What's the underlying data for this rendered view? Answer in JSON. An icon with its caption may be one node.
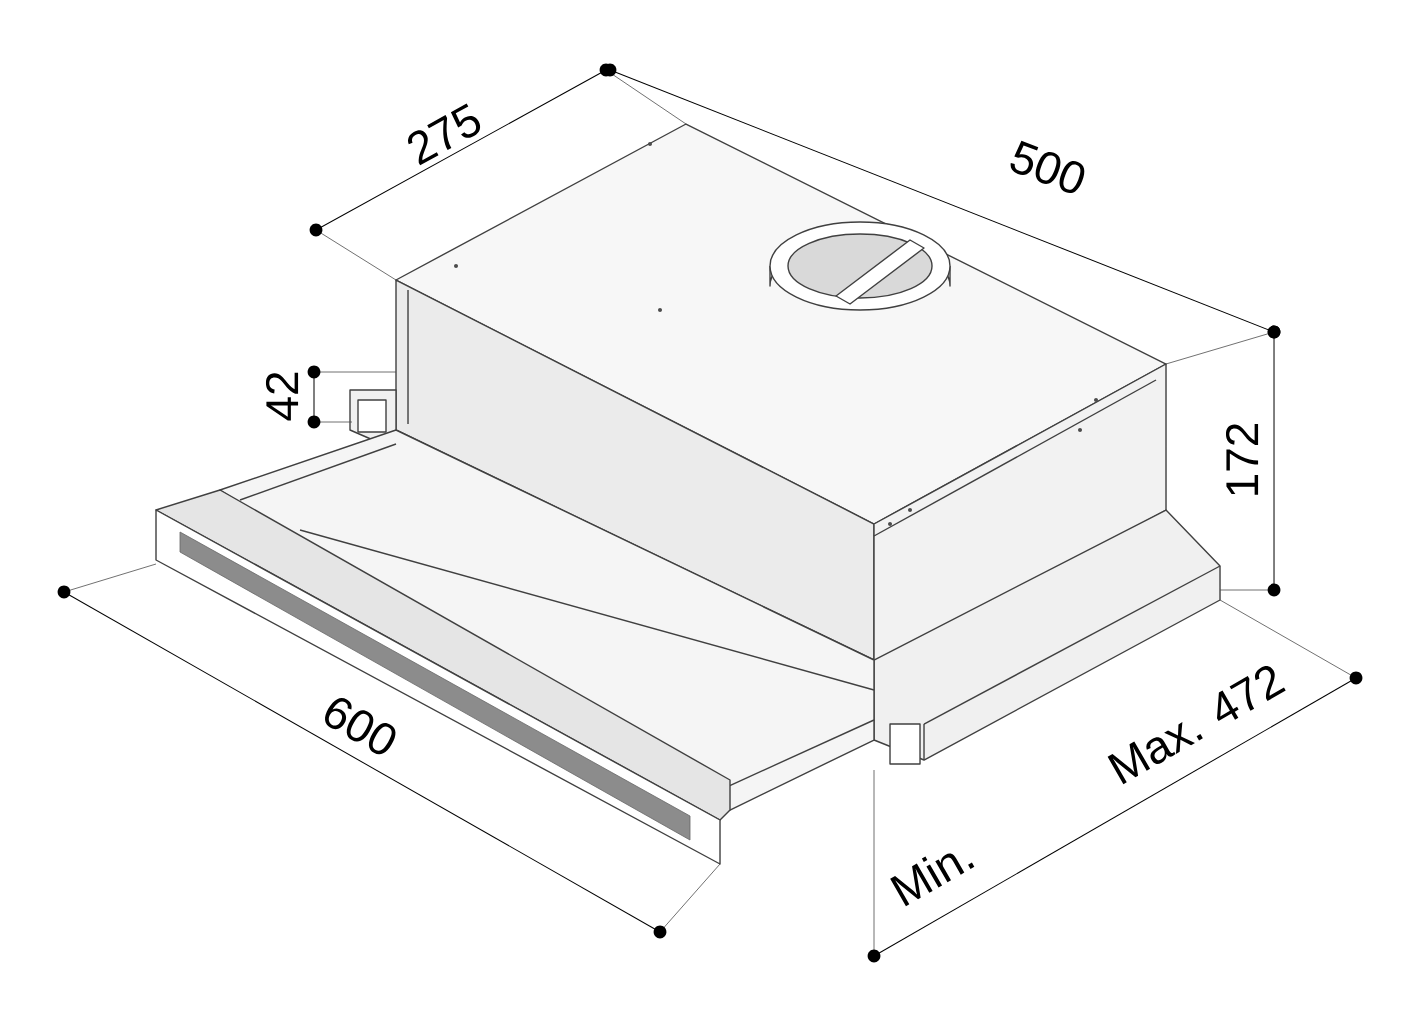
{
  "diagram": {
    "labels": [
      "275",
      "500",
      "42",
      "172",
      "600",
      "Max. 472",
      "Min."
    ]
  }
}
